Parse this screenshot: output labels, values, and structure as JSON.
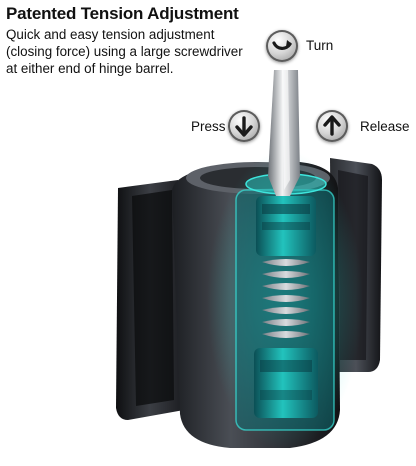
{
  "heading": "Patented Tension Adjustment",
  "description": [
    "Quick and easy tension adjustment",
    "(closing force) using a large screwdriver",
    "at either end of hinge barrel."
  ],
  "labels": {
    "turn": "Turn",
    "press": "Press",
    "release": "Release"
  },
  "icons": {
    "turn": "rotate-icon",
    "press": "arrow-down-icon",
    "release": "arrow-up-icon"
  },
  "colors": {
    "spring_glow": "#1fb8b3",
    "hinge_body": "#3a3d42"
  }
}
